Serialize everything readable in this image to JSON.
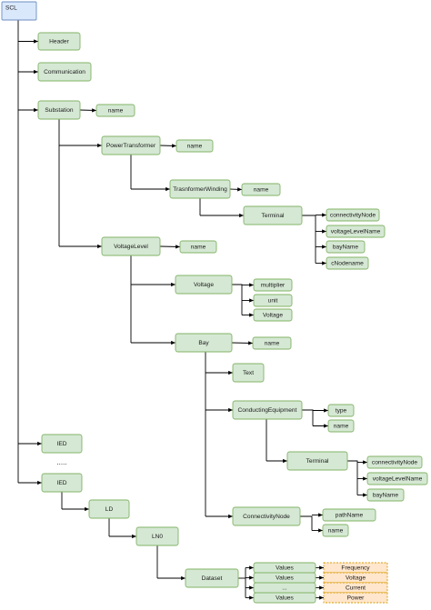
{
  "colors": {
    "root_fill": "#dae8fc",
    "root_stroke": "#6c8ebf",
    "node_fill": "#d5e8d4",
    "node_stroke": "#82b366",
    "value_fill": "#ffe6cc",
    "value_stroke": "#d79b00",
    "edge": "#000000"
  },
  "labels": {
    "scl": "SCL",
    "header": "Header",
    "communication": "Communication",
    "substation": "Substation",
    "substation_name": "name",
    "power_transformer": "PowerTransformer",
    "power_transformer_name": "name",
    "transformer_winding": "TrasnformerWinding",
    "transformer_winding_name": "name",
    "terminal_1": "Terminal",
    "t1_connectivity_node": "connectivityNode",
    "t1_voltage_level_name": "voltageLevelName",
    "t1_bay_name": "bayName",
    "t1_c_node_name": "cNodename",
    "voltage_level": "VoltageLevel",
    "voltage_level_name": "name",
    "voltage": "Voltage",
    "voltage_multiplier": "multiplier",
    "voltage_unit": "unit",
    "voltage_voltage": "Voltage",
    "bay": "Bay",
    "bay_name": "name",
    "text": "Text",
    "conducting_equipment": "ConductingEquipment",
    "ce_type": "type",
    "ce_name": "name",
    "terminal_2": "Terminal",
    "t2_connectivity_node": "connectivityNode",
    "t2_voltage_level_name": "voltageLevelName",
    "t2_bay_name": "bayName",
    "connectivity_node": "ConnectivityNode",
    "cn_path_name": "pathName",
    "cn_name": "name",
    "ied_1": "IED",
    "ellipsis": ".....",
    "ied_2": "IED",
    "ld": "LD",
    "ln0": "LN0",
    "dataset": "Dataset",
    "values_1": "Values",
    "values_2": "Values",
    "values_3": "...",
    "values_4": "Values",
    "frequency": "Frequency",
    "voltage_out": "Voltage",
    "current": "Current",
    "power": "Power"
  }
}
